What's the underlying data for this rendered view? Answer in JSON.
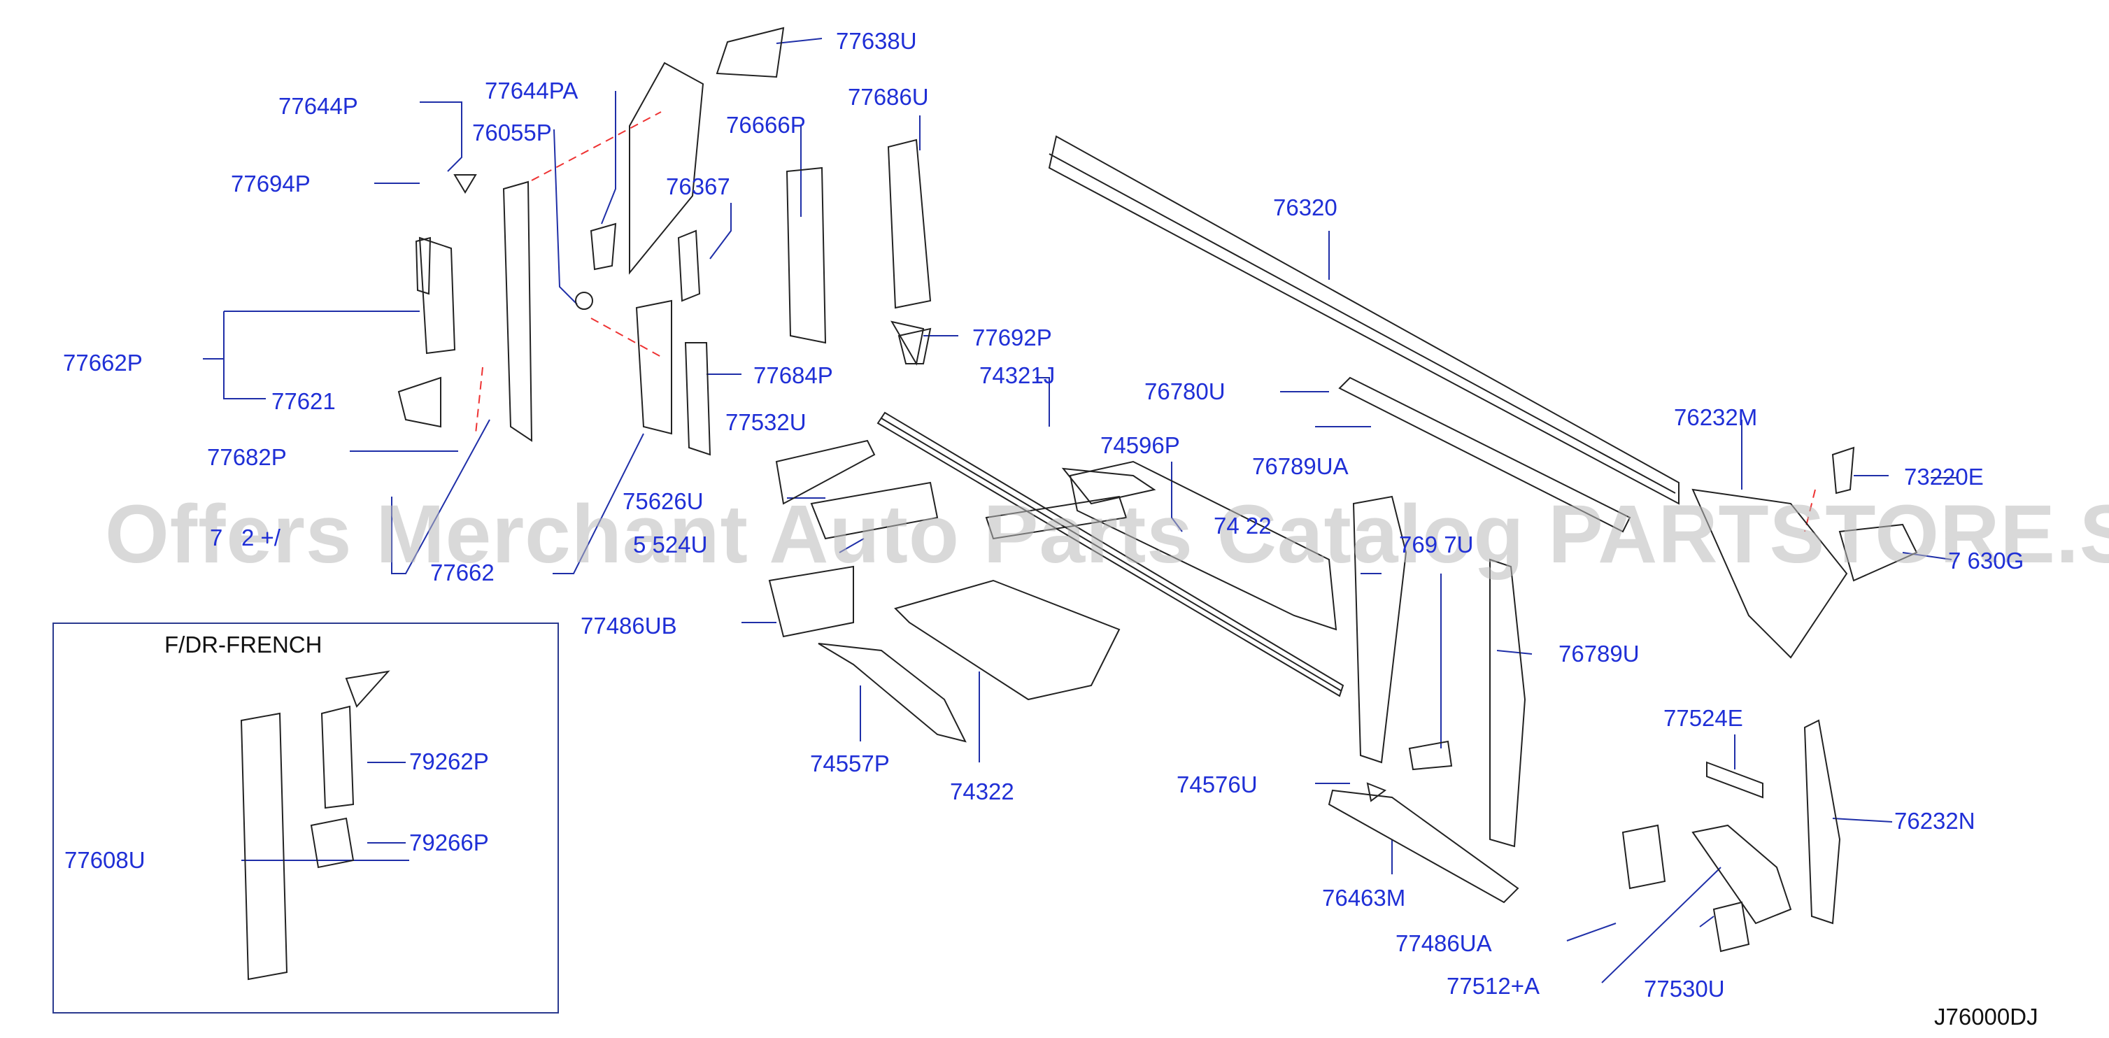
{
  "diagram": {
    "code": "J76000DJ",
    "inset_title": "F/DR-FRENCH",
    "watermark": "Offers Merchant Auto Parts Catalog PARTSTORE.SA",
    "labels": {
      "p77638U": "77638U",
      "p77644PA": "77644PA",
      "p77644P": "77644P",
      "p76055P": "76055P",
      "p77694P": "77694P",
      "p76367": "76367",
      "p76666P": "76666P",
      "p77686U": "77686U",
      "p76320": "76320",
      "p77692P": "77692P",
      "p77662P": "77662P",
      "p77621": "77621",
      "p77684P": "77684P",
      "p74321J": "74321J",
      "p76780U": "76780U",
      "p77532U": "77532U",
      "p76232M": "76232M",
      "p77682P": "77682P",
      "p74596P": "74596P",
      "p73220E": "73220E",
      "p76789UA": "76789UA",
      "p75626U": "75626U",
      "p77662": "77662",
      "p77486UB": "77486UB",
      "p76789U": "76789U",
      "p74557P": "74557P",
      "p74322": "74322",
      "p74576U": "74576U",
      "p77524E": "77524E",
      "p76232N": "76232N",
      "p76463M": "76463M",
      "p77486UA": "77486UA",
      "p77512A": "77512+A",
      "p77530U": "77530U",
      "p79262P": "79262P",
      "p79266P": "79266P",
      "p77608U": "77608U",
      "part_a": "7",
      "part_b": "2 +/",
      "part_c": "5 524U",
      "part_d": "74 22",
      "part_e": "769 7U",
      "part_f": "7 630G"
    }
  }
}
